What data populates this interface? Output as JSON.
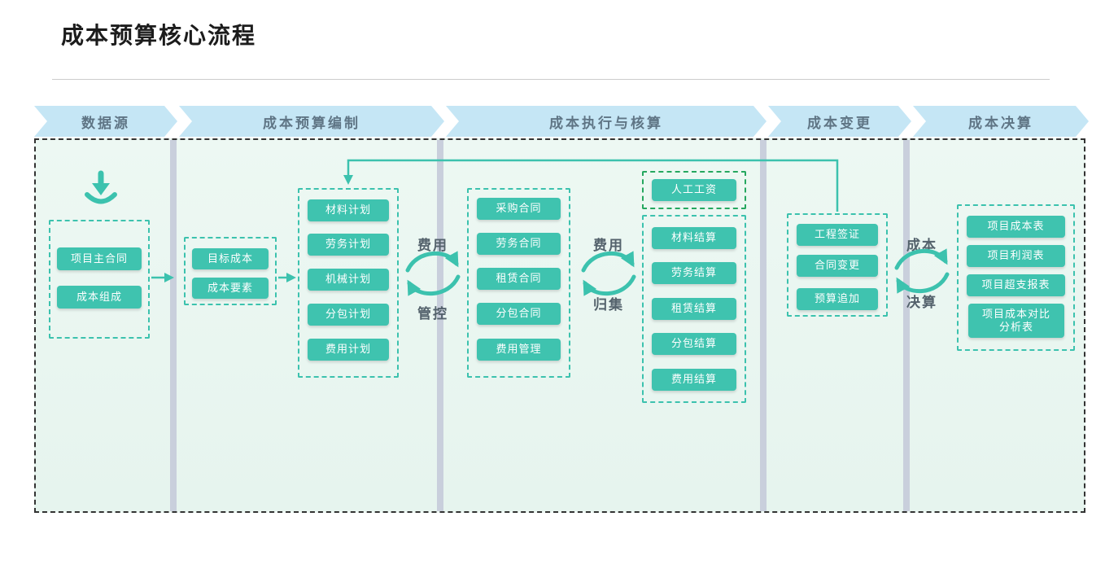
{
  "title": "成本预算核心流程",
  "stages": [
    "数据源",
    "成本预算编制",
    "成本执行与核算",
    "成本变更",
    "成本决算"
  ],
  "colors": {
    "accent_teal": "#3cc2ae",
    "stage_banner": "#c5e6f5",
    "stage_text": "#5f7585",
    "flow_bg": "#e9f6f0",
    "green_highlight": "#25a75f",
    "divider": "#c9cfdc"
  },
  "icons": {
    "data_import": "download-icon"
  },
  "data_source": {
    "nodes": [
      "项目主合同",
      "成本组成"
    ]
  },
  "budget_prep": {
    "target_group": [
      "目标成本",
      "成本要素"
    ],
    "plan_group": [
      "材料计划",
      "劳务计划",
      "机械计划",
      "分包计划",
      "费用计划"
    ]
  },
  "execution": {
    "contract_group": [
      "采购合同",
      "劳务合同",
      "租赁合同",
      "分包合同",
      "费用管理"
    ],
    "labor_wage": "人工工资",
    "settlement_group": [
      "材料结算",
      "劳务结算",
      "租赁结算",
      "分包结算",
      "费用结算"
    ]
  },
  "change": {
    "nodes": [
      "工程签证",
      "合同变更",
      "预算追加"
    ]
  },
  "final_accounts": {
    "nodes": [
      "项目成本表",
      "项目利润表",
      "项目超支报表",
      "项目成本对比分析表"
    ]
  },
  "cycles": [
    {
      "top": "费用",
      "bottom": "管控"
    },
    {
      "top": "费用",
      "bottom": "归集"
    },
    {
      "top": "成本",
      "bottom": "决算"
    }
  ]
}
